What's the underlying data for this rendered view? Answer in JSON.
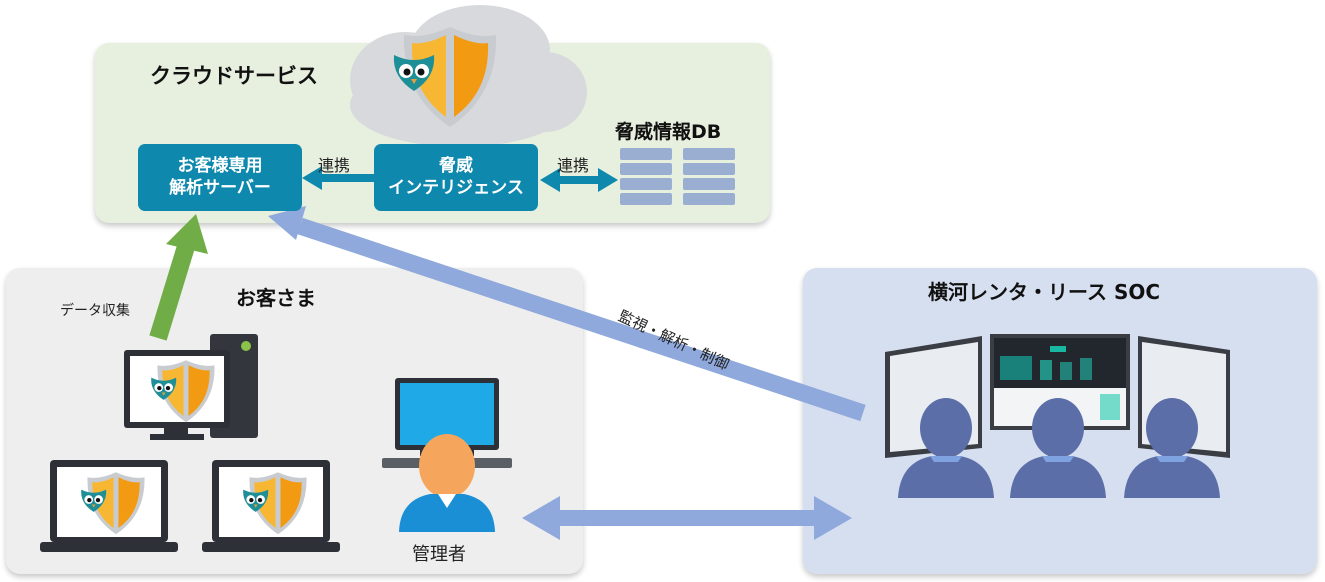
{
  "cloud": {
    "title": "クラウドサービス",
    "analysis_server": {
      "line1": "お客様専用",
      "line2": "解析サーバー"
    },
    "threat_intel": {
      "line1": "脅威",
      "line2": "インテリジェンス"
    },
    "link_label_left": "連携",
    "link_label_right": "連携",
    "db_title": "脅威情報DB"
  },
  "customer": {
    "title": "お客さま",
    "collect_label": "データ収集",
    "admin_label": "管理者"
  },
  "soc": {
    "title": "横河レンタ・リース SOC",
    "monitor_label": "監視・解析・制御"
  },
  "colors": {
    "box_teal": "#0e88ad",
    "arrow_green": "#70ad47",
    "arrow_lavender": "#8fa9dc",
    "shield_orange": "#f7a11a"
  }
}
